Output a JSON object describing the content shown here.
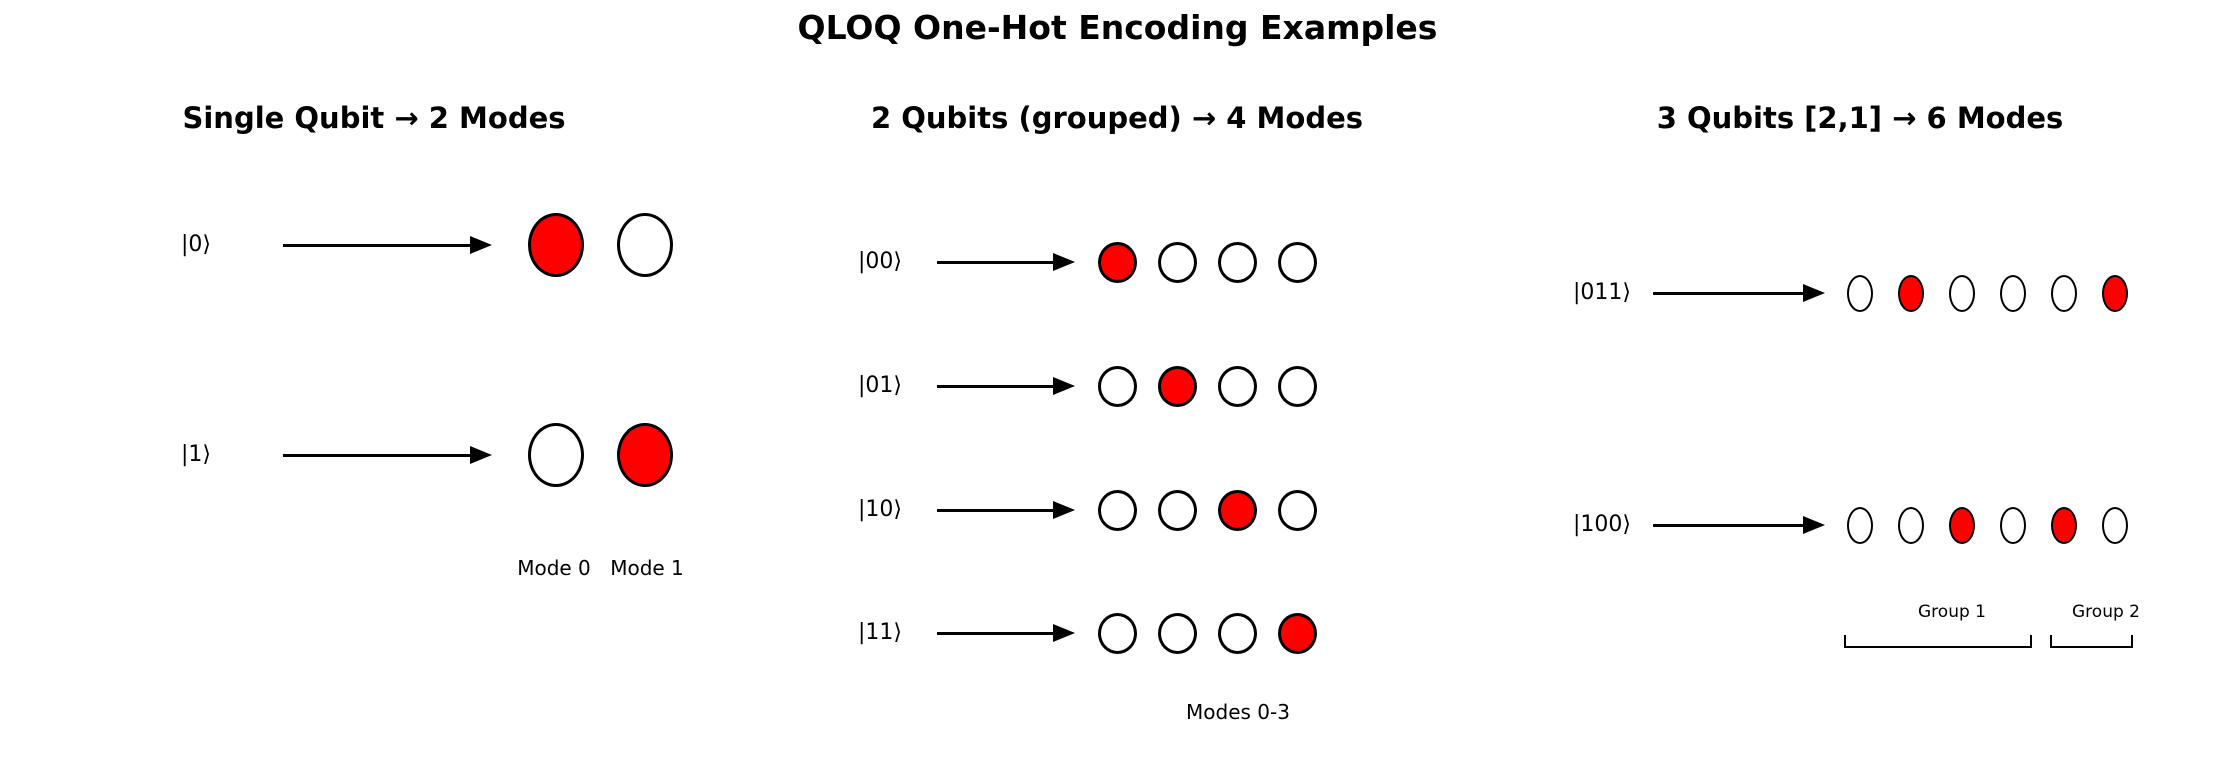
{
  "title": "QLOQ One-Hot Encoding Examples",
  "colors": {
    "filled_mode": "#ff0000",
    "empty_mode": "#ffffff",
    "stroke": "#000000",
    "background": "#ffffff"
  },
  "panels": [
    {
      "id": "single-qubit",
      "title": "Single Qubit → 2 Modes",
      "rows": [
        {
          "ket": "|0⟩",
          "modes": [
            1,
            0
          ]
        },
        {
          "ket": "|1⟩",
          "modes": [
            0,
            1
          ]
        }
      ],
      "mode_labels": [
        "Mode 0",
        "Mode 1"
      ]
    },
    {
      "id": "two-qubits-grouped",
      "title": "2 Qubits (grouped) → 4 Modes",
      "rows": [
        {
          "ket": "|00⟩",
          "modes": [
            1,
            0,
            0,
            0
          ]
        },
        {
          "ket": "|01⟩",
          "modes": [
            0,
            1,
            0,
            0
          ]
        },
        {
          "ket": "|10⟩",
          "modes": [
            0,
            0,
            1,
            0
          ]
        },
        {
          "ket": "|11⟩",
          "modes": [
            0,
            0,
            0,
            1
          ]
        }
      ],
      "caption": "Modes 0-3"
    },
    {
      "id": "three-qubits-2-1",
      "title": "3 Qubits [2,1] → 6 Modes",
      "rows": [
        {
          "ket": "|011⟩",
          "modes": [
            0,
            1,
            0,
            0,
            0,
            1
          ]
        },
        {
          "ket": "|100⟩",
          "modes": [
            0,
            0,
            1,
            0,
            1,
            0
          ]
        }
      ],
      "groups": [
        {
          "label": "Group 1",
          "modes_covered": [
            0,
            1,
            2,
            3
          ]
        },
        {
          "label": "Group 2",
          "modes_covered": [
            4,
            5
          ]
        }
      ]
    }
  ]
}
